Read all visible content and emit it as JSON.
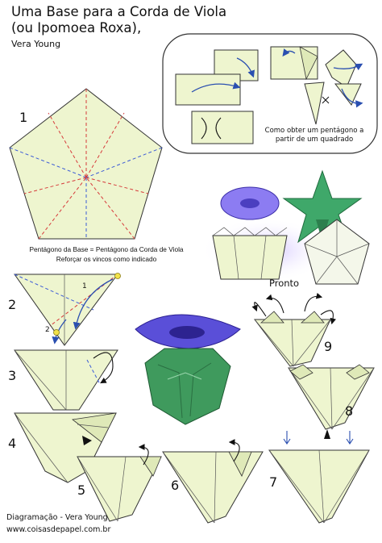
{
  "title_line1": "Uma Base para a Corda de Viola",
  "title_line2": "(ou Ipomoea Roxa),",
  "author": "Vera Young",
  "pentagon_note": "Como obter um pentágono a partir de um quadrado",
  "pentagon_caption_line1": "Pentágono da Base = Pentágono da Corda de Viola",
  "pentagon_caption_line2": "Reforçar os vincos como indicado",
  "ready_label": "Pronto",
  "step_numbers": [
    "1",
    "2",
    "3",
    "4",
    "5",
    "6",
    "7",
    "8",
    "9"
  ],
  "step2_markers": [
    "1",
    "2"
  ],
  "footer_line1": "Diagramação - Vera Young",
  "footer_line2": "www.coisasdepapel.com.br",
  "colors": {
    "paper": "#eef5cf",
    "valley": "#d63a3a",
    "mountain": "#3a5ad6",
    "flower": "#5a4fd8",
    "leaf": "#3fa86a"
  }
}
